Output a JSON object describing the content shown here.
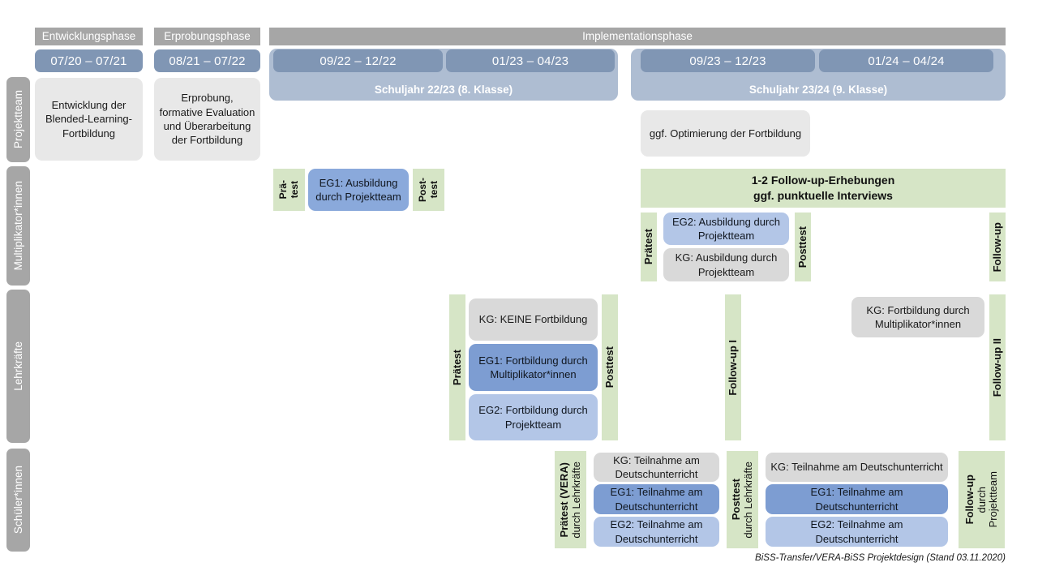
{
  "header": {
    "phases": [
      {
        "label": "Entwicklungsphase"
      },
      {
        "label": "Erprobungsphase"
      },
      {
        "label": "Implementationsphase"
      }
    ],
    "periods": [
      {
        "label": "07/20 – 07/21"
      },
      {
        "label": "08/21 – 07/22"
      },
      {
        "label": "09/22 – 12/22"
      },
      {
        "label": "01/23 – 04/23"
      },
      {
        "label": "09/23 – 12/23"
      },
      {
        "label": "01/24 – 04/24"
      }
    ],
    "schoolyears": [
      {
        "label": "Schuljahr 22/23 (8. Klasse)"
      },
      {
        "label": "Schuljahr 23/24 (9. Klasse)"
      }
    ]
  },
  "rows": {
    "projektteam": {
      "label": "Projektteam",
      "cards": [
        {
          "text": "Entwicklung der Blended-Learning-Fortbildung"
        },
        {
          "text": "Erprobung, formative Evaluation und Überarbeitung der Fortbildung"
        },
        {
          "text": "ggf. Optimierung der Fortbildung"
        }
      ]
    },
    "multiplikatoren": {
      "label": "Multiplikator*innen",
      "strips": [
        {
          "line1": "Prä-",
          "line2": "test"
        },
        {
          "line1": "Post-",
          "line2": "test"
        },
        {
          "line1": "Prätest"
        },
        {
          "line1": "Posttest"
        },
        {
          "line1": "Follow-up"
        }
      ],
      "banner": {
        "line1": "1-2 Follow-up-Erhebungen",
        "line2": "ggf. punktuelle Interviews"
      },
      "cards": [
        {
          "text": "EG1: Ausbildung durch Projektteam"
        },
        {
          "text": "EG2: Ausbildung durch Projektteam"
        },
        {
          "text": "KG: Ausbildung durch Projektteam"
        }
      ]
    },
    "lehrkraefte": {
      "label": "Lehrkräfte",
      "strips": [
        {
          "line1": "Prätest"
        },
        {
          "line1": "Posttest"
        },
        {
          "line1": "Follow-up I"
        },
        {
          "line1": "Follow-up II"
        }
      ],
      "cards": [
        {
          "text": "KG:  KEINE Fortbildung"
        },
        {
          "text": "EG1: Fortbildung durch Multiplikator*innen"
        },
        {
          "text": "EG2: Fortbildung durch Projektteam"
        },
        {
          "text": "KG: Fortbildung durch Multiplikator*innen"
        }
      ]
    },
    "schuelerinnen": {
      "label": "Schüler*innen",
      "strips": [
        {
          "line1": "Prätest (VERA)",
          "line2": "durch Lehrkräfte"
        },
        {
          "line1": "Posttest",
          "line2": "durch Lehrkräfte"
        },
        {
          "line1": "Follow-up",
          "line2": "durch",
          "line3": "Projektteam"
        }
      ],
      "group_a": [
        {
          "text": "KG: Teilnahme am Deutschunterricht"
        },
        {
          "text": "EG1: Teilnahme am Deutschunterricht"
        },
        {
          "text": "EG2: Teilnahme am Deutschunterricht"
        }
      ],
      "group_b": [
        {
          "text": "KG: Teilnahme am Deutschunterricht"
        },
        {
          "text": "EG1: Teilnahme am Deutschunterricht"
        },
        {
          "text": "EG2: Teilnahme am Deutschunterricht"
        }
      ]
    }
  },
  "footer": {
    "text": "BiSS-Transfer/VERA-BiSS Projektdesign (Stand 03.11.2020)"
  },
  "colors": {
    "phase_header_grey": "#a6a6a6",
    "period_blue": "#8096b4",
    "schoolyear_blue": "#aebdd2",
    "card_grey": "#e8e8e8",
    "card_grey_dark": "#d9d9d9",
    "blue_dark": "#7d9dd2",
    "blue_mid": "#8aa9db",
    "blue_light": "#b3c6e7",
    "test_green": "#d6e5c6"
  }
}
